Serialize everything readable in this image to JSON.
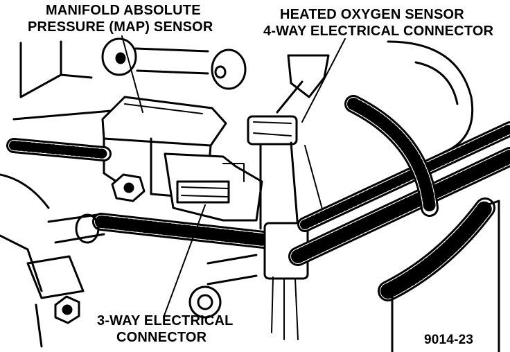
{
  "labels": {
    "map_sensor_line1": "MANIFOLD ABSOLUTE",
    "map_sensor_line2": "PRESSURE (MAP) SENSOR",
    "o2_sensor_line1": "HEATED OXYGEN SENSOR",
    "o2_sensor_line2": "4-WAY ELECTRICAL CONNECTOR",
    "three_way_line1": "3-WAY ELECTRICAL",
    "three_way_line2": "CONNECTOR",
    "figure_number": "9014-23"
  },
  "colors": {
    "ink": "#000000",
    "paper": "#ffffff"
  }
}
